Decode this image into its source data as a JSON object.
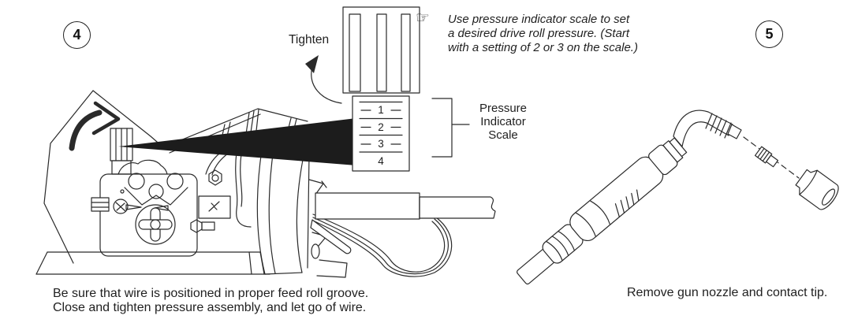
{
  "figure": {
    "steps": [
      {
        "number": "4",
        "caption": "Be sure that wire is positioned in proper feed roll groove.\nClose and tighten pressure assembly, and let go of wire."
      },
      {
        "number": "5",
        "caption": "Remove gun nozzle and contact tip."
      }
    ],
    "labels": {
      "tighten": "Tighten",
      "pressure_indicator_scale": "Pressure\nIndicator\nScale"
    },
    "note": {
      "icon": "☞",
      "text": "Use pressure indicator scale to set\na desired drive roll pressure. (Start\nwith a setting of 2 or 3 on the scale.)"
    },
    "pressure_scale": {
      "marks": [
        "1",
        "2",
        "3",
        "4"
      ]
    },
    "colors": {
      "ink": "#2a2a2a",
      "background": "#ffffff"
    }
  }
}
